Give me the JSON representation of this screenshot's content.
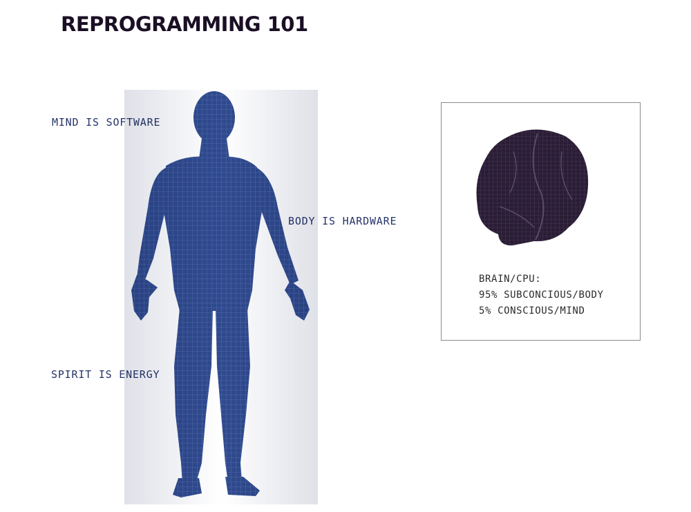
{
  "title": "REPROGRAMMING 101",
  "labels": {
    "mind": "MIND IS SOFTWARE",
    "body": "BODY IS HARDWARE",
    "spirit": "SPIRIT IS ENERGY"
  },
  "brain_panel": {
    "line1": "BRAIN/CPU:",
    "line2": "95% SUBCONCIOUS/BODY",
    "line3": "5% CONSCIOUS/MIND"
  },
  "colors": {
    "title": "#1a0f24",
    "label": "#25346a",
    "body_fill": "#2f4a8e",
    "brain_fill": "#2a1d35"
  }
}
